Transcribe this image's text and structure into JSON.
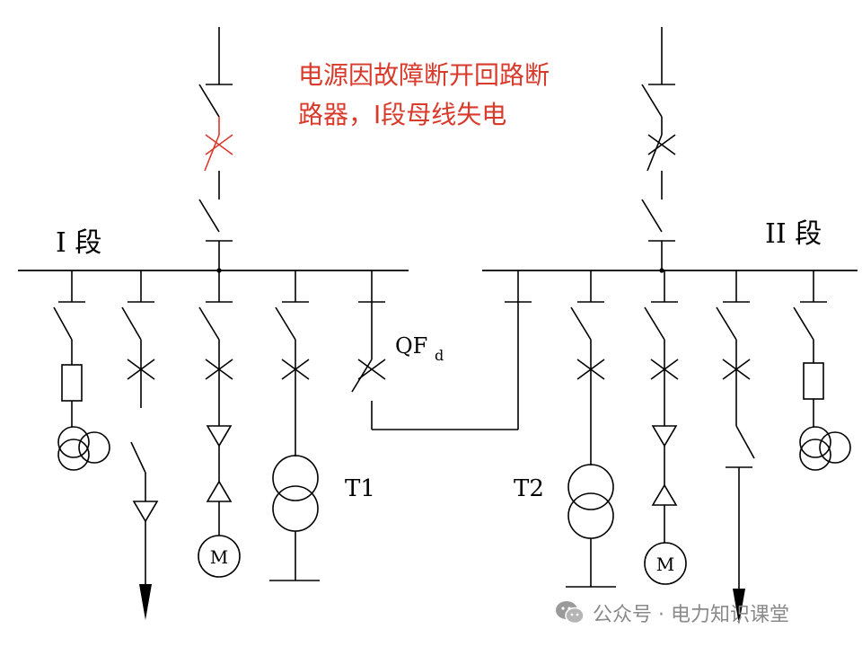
{
  "note": "电源因故障断开回路断路器，I段母线失电",
  "labels": {
    "bus1": "I 段",
    "bus2": "II 段",
    "qfd_main": "QF",
    "qfd_sub": "d",
    "t1": "T1",
    "t2": "T2",
    "motor1": "M",
    "motor2": "M"
  },
  "watermark": {
    "text": "公众号 · 电力知识课堂",
    "icon": "wechat-icon"
  },
  "colors": {
    "fault": "#d83a2c",
    "line": "#000000",
    "watermark": "#8a8a8a"
  }
}
